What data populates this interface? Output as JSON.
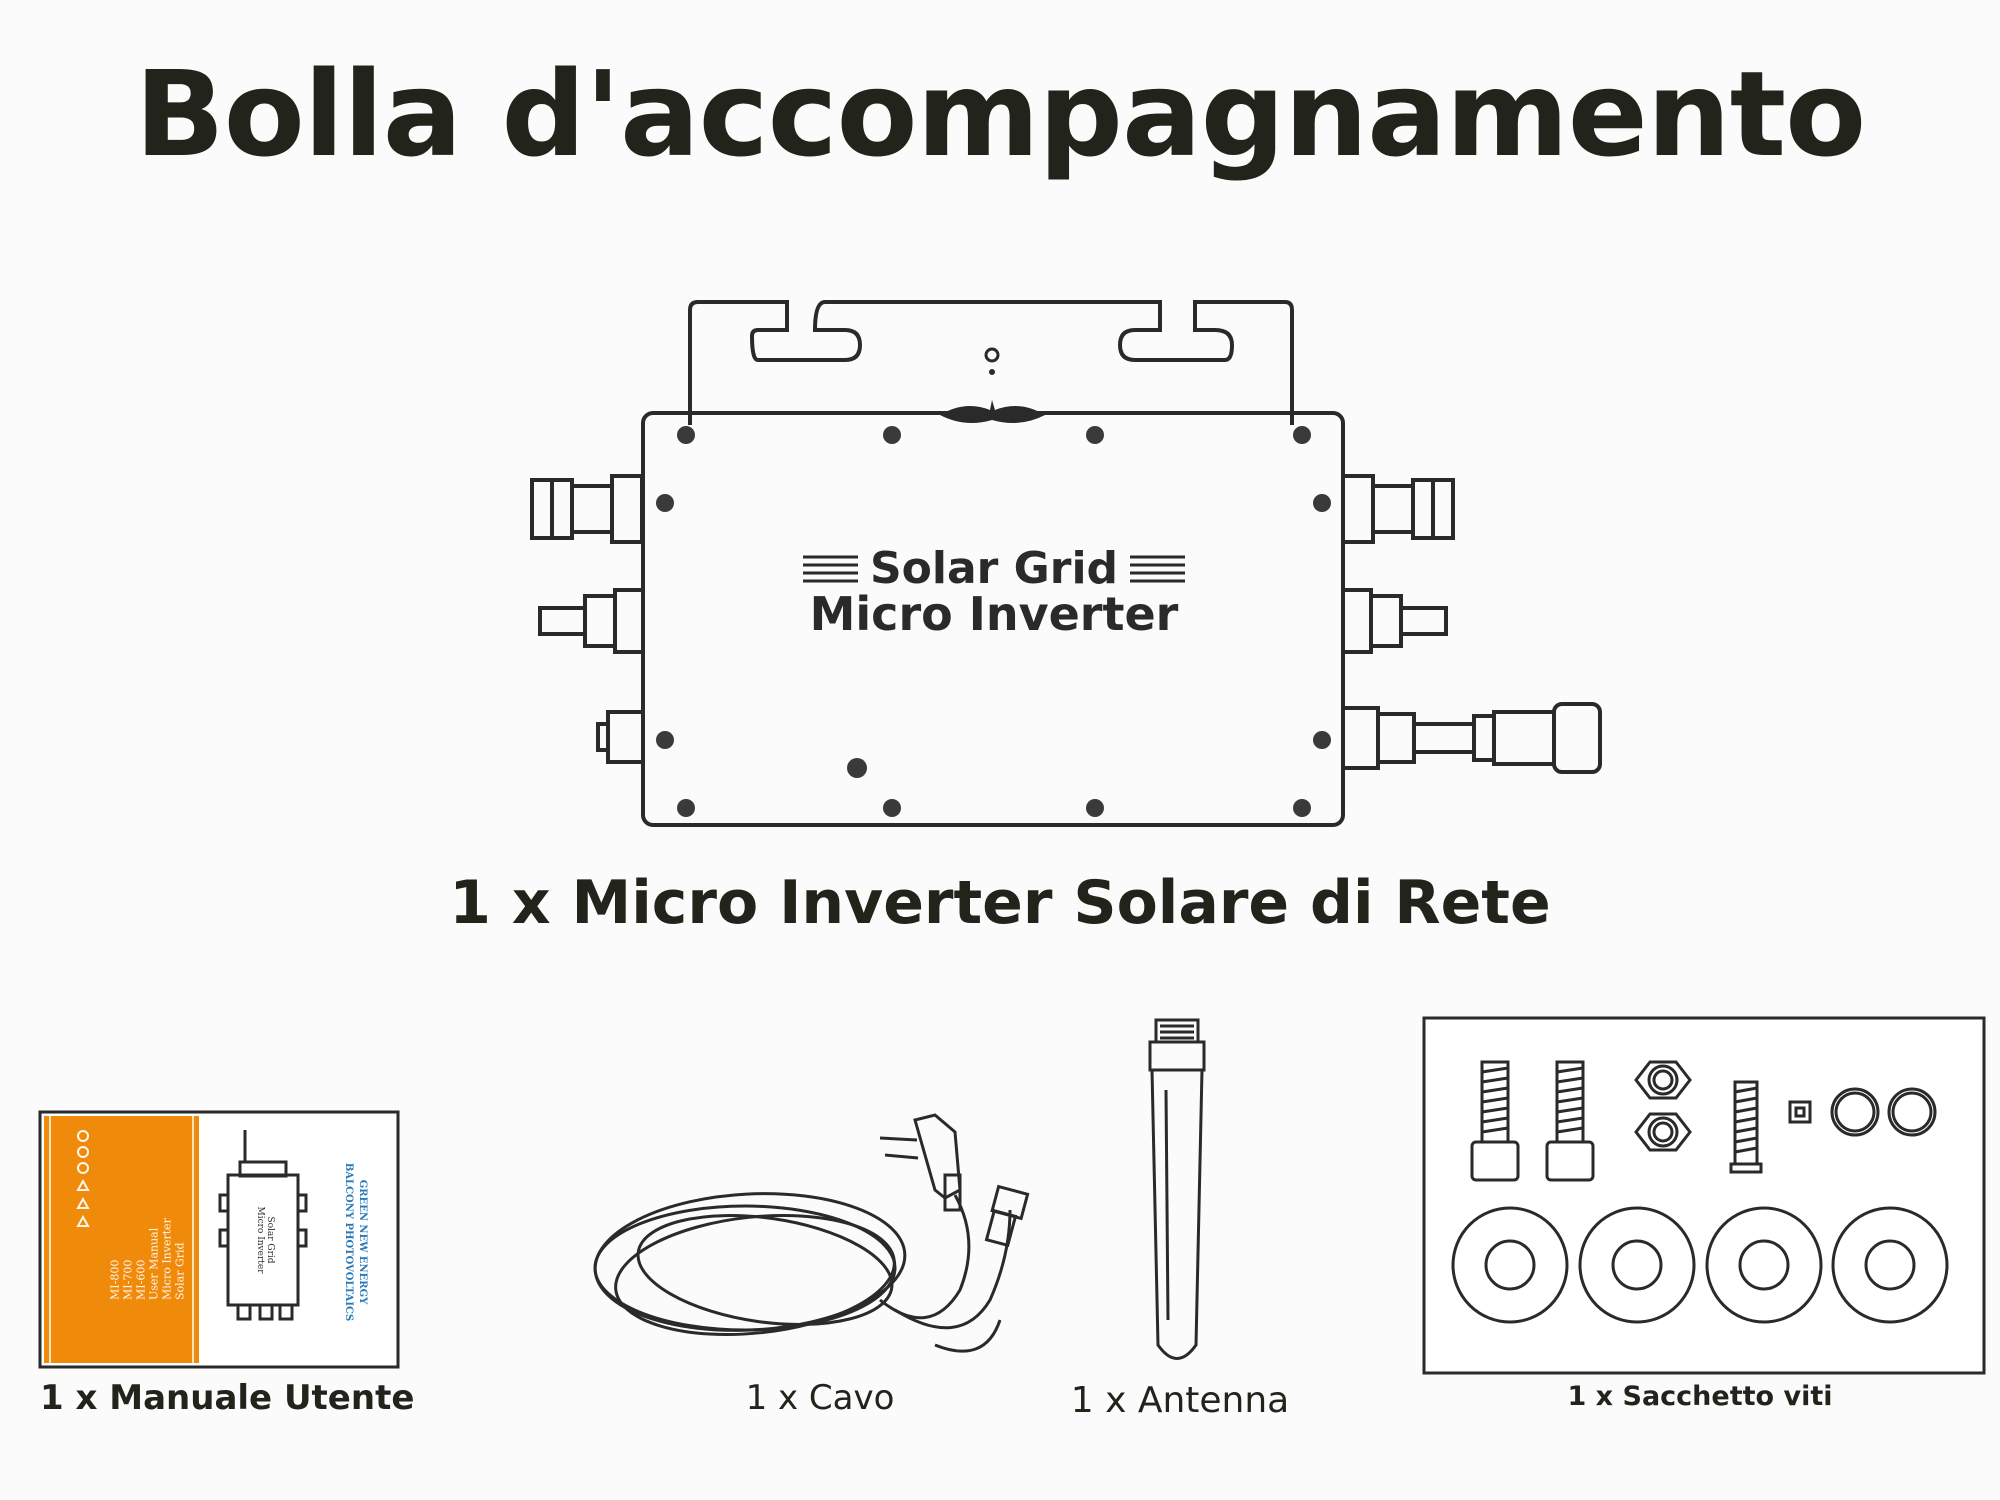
{
  "header": {
    "title": "Bolla d'accompagnamento"
  },
  "inverter": {
    "label_line1": "Solar Grid",
    "label_line2": "Micro Inverter",
    "caption": "1 x Micro Inverter Solare di Rete"
  },
  "manual": {
    "caption": "1 x Manuale Utente",
    "cover_lines": [
      "Solar Grid",
      "Micro Inverter",
      "User Manual",
      "MI-600",
      "MI-700",
      "MI-800"
    ],
    "brand_lines": [
      "GREEN NEW ENERGY",
      "BALCONY PHOTOVOLTAICS"
    ],
    "accent_color": "#f08a0b"
  },
  "cable": {
    "caption": "1 x Cavo"
  },
  "antenna": {
    "caption": "1 x Antenna"
  },
  "screws": {
    "caption": "1 x Sacchetto viti"
  }
}
